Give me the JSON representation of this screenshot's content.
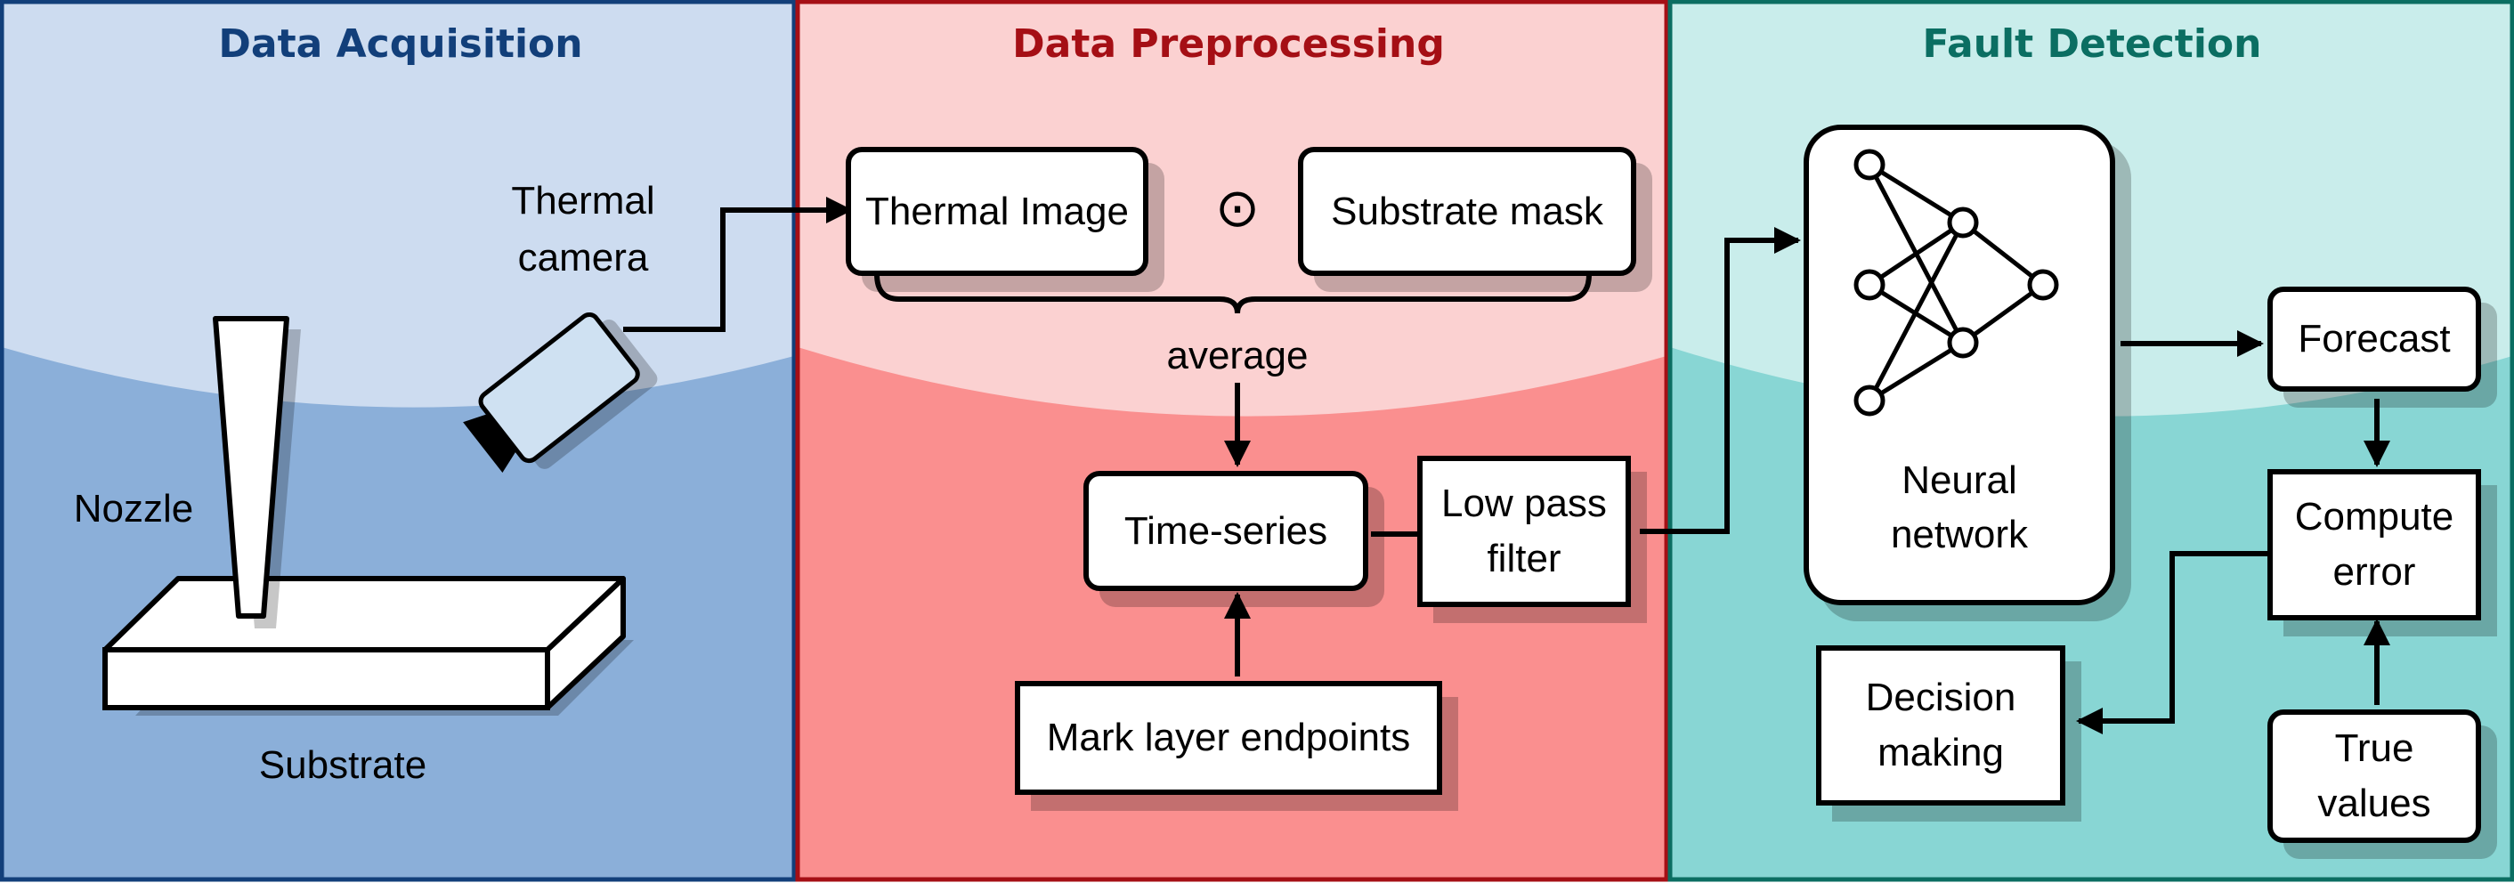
{
  "colors": {
    "acquisition_light": "#cddcf0",
    "acquisition_dark": "#8bafd9",
    "acquisition_title": "#123f7a",
    "preprocessing_light": "#fbd1d1",
    "preprocessing_dark": "#fa8f8f",
    "preprocessing_title": "#a50f15",
    "detection_light": "#c9edeb",
    "detection_dark": "#88d6d4",
    "detection_title": "#0b6e62"
  },
  "panels": {
    "acquisition": {
      "title": "Data Acquisition",
      "labels": {
        "thermal_camera_line1": "Thermal",
        "thermal_camera_line2": "camera",
        "nozzle": "Nozzle",
        "substrate": "Substrate"
      }
    },
    "preprocessing": {
      "title": "Data Preprocessing",
      "thermal_image": "Thermal Image",
      "operator_icon": "circled-dot-icon",
      "substrate_mask": "Substrate mask",
      "average": "average",
      "time_series": "Time-series",
      "low_pass_line1": "Low pass",
      "low_pass_line2": "filter",
      "mark_layer": "Mark layer endpoints"
    },
    "detection": {
      "title": "Fault Detection",
      "nn_icon": "neural-network-icon",
      "neural_line1": "Neural",
      "neural_line2": "network",
      "forecast": "Forecast",
      "compute_line1": "Compute",
      "compute_line2": "error",
      "decision_line1": "Decision",
      "decision_line2": "making",
      "true_line1": "True",
      "true_line2": "values"
    }
  }
}
